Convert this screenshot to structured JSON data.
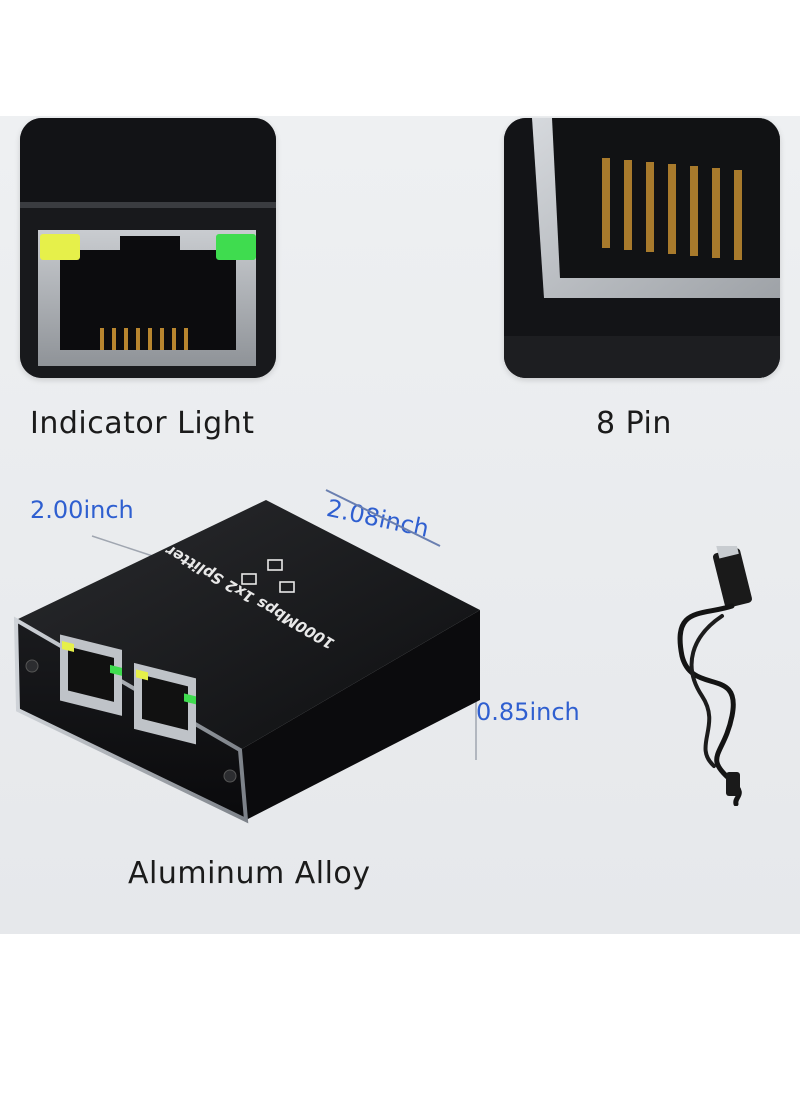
{
  "panels": {
    "indicator": {
      "caption": "Indicator Light"
    },
    "pins": {
      "caption": "8 Pin"
    }
  },
  "product": {
    "printed_label": "1000Mbps 1x2 Splitter",
    "caption": "Aluminum Alloy"
  },
  "dimensions": {
    "width": "2.00inch",
    "depth": "2.08inch",
    "height": "0.85inch"
  },
  "colors": {
    "panel_bg": "#e8eaed",
    "dimension_text": "#2f5fd0",
    "led_yellow": "#e6f04a",
    "led_green": "#3fdc4f"
  }
}
